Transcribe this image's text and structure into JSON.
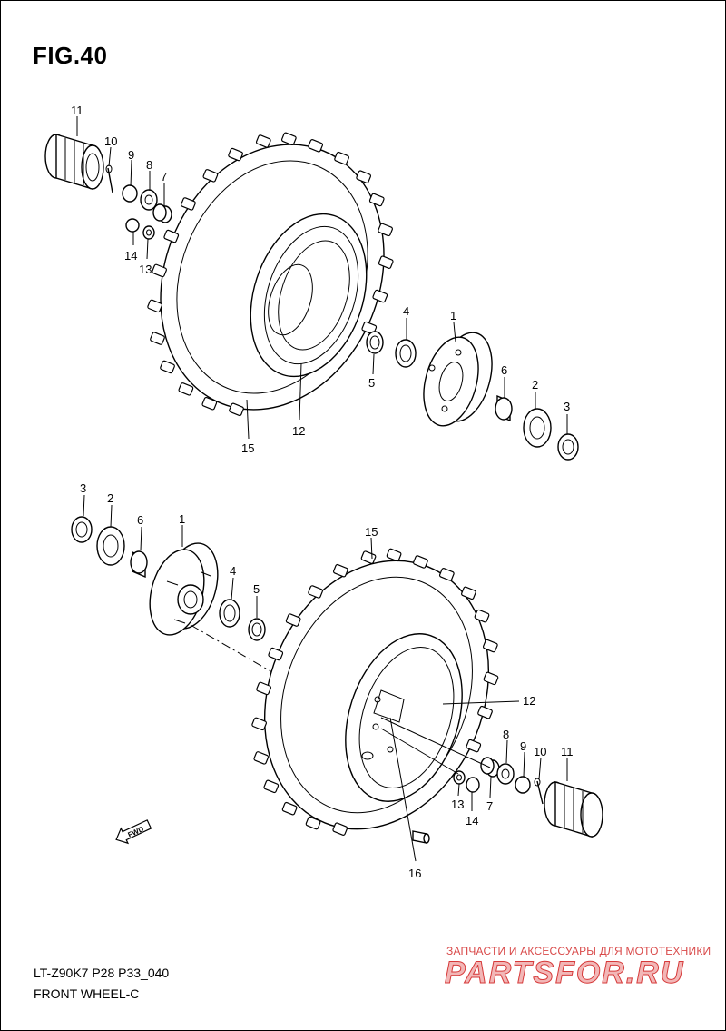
{
  "figure": {
    "title": "FIG.40"
  },
  "footer": {
    "code": "LT-Z90K7 P28 P33_040",
    "subtitle": "FRONT WHEEL-C"
  },
  "direction": {
    "label": "FWD"
  },
  "watermark": {
    "tagline": "ЗАПЧАСТИ И АКСЕССУАРЫ ДЛЯ МОТОТЕХНИКИ",
    "brand": "PARTSFOR.RU",
    "color": "#d63a3a"
  },
  "callouts_top": [
    "11",
    "10",
    "9",
    "8",
    "7",
    "14",
    "13",
    "12",
    "15",
    "5",
    "4",
    "1",
    "6",
    "2",
    "3"
  ],
  "callouts_bottom": [
    "3",
    "2",
    "6",
    "1",
    "4",
    "5",
    "15",
    "12",
    "8",
    "9",
    "10",
    "11",
    "13",
    "14",
    "7",
    "16"
  ]
}
